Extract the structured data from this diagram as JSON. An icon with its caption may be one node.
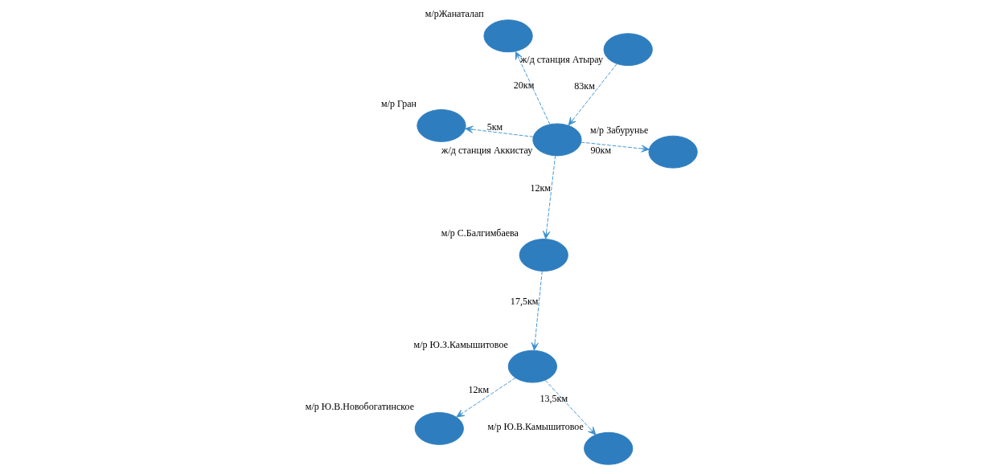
{
  "diagram": {
    "nodes": [
      {
        "text": [],
        "shape": "ellipse",
        "beside": [
          "м/р Гран"
        ]
      },
      {
        "text": [],
        "shape": "ellipse",
        "beside": [
          "м/р Забурунье"
        ]
      },
      {
        "text": [],
        "shape": "ellipse",
        "beside": [
          "ж/д станция Аккистау"
        ]
      },
      {
        "text": [],
        "shape": "ellipse",
        "beside": [
          "м/рЖанаталап"
        ]
      },
      {
        "text": [],
        "shape": "ellipse",
        "beside": [
          "ж/д станция Атырау"
        ]
      },
      {
        "text": [],
        "shape": "ellipse",
        "beside": [
          "м/р С.Балгимбаева"
        ]
      },
      {
        "text": [],
        "shape": "ellipse",
        "beside": [
          "м/р Ю.В.Новобогатинское"
        ]
      },
      {
        "text": [],
        "shape": "ellipse",
        "beside": [
          "м/р Ю.З.Камышитовое"
        ]
      },
      {
        "text": [],
        "shape": "ellipse",
        "beside": [
          "м/р Ю.В.Камышитовое"
        ]
      }
    ],
    "edges": [
      {
        "from": 2,
        "to": 0,
        "arrow": "to",
        "label": "5км",
        "style": "dashed"
      },
      {
        "from": 2,
        "to": 1,
        "arrow": "to",
        "label": "90км",
        "style": "dashed"
      },
      {
        "from": 2,
        "to": 3,
        "arrow": "to",
        "label": "20км",
        "style": "dashed"
      },
      {
        "from": 4,
        "to": 2,
        "arrow": "to",
        "label": "83км",
        "style": "dashed"
      },
      {
        "from": 2,
        "to": 5,
        "arrow": "to",
        "label": "12км",
        "style": "dashed"
      },
      {
        "from": 5,
        "to": 7,
        "arrow": "to",
        "label": "17,5км",
        "style": "dashed"
      },
      {
        "from": 7,
        "to": 6,
        "arrow": "to",
        "label": "12км",
        "style": "dashed"
      },
      {
        "from": 7,
        "to": 8,
        "arrow": "to",
        "label": "13,5км",
        "style": "dashed"
      }
    ]
  }
}
